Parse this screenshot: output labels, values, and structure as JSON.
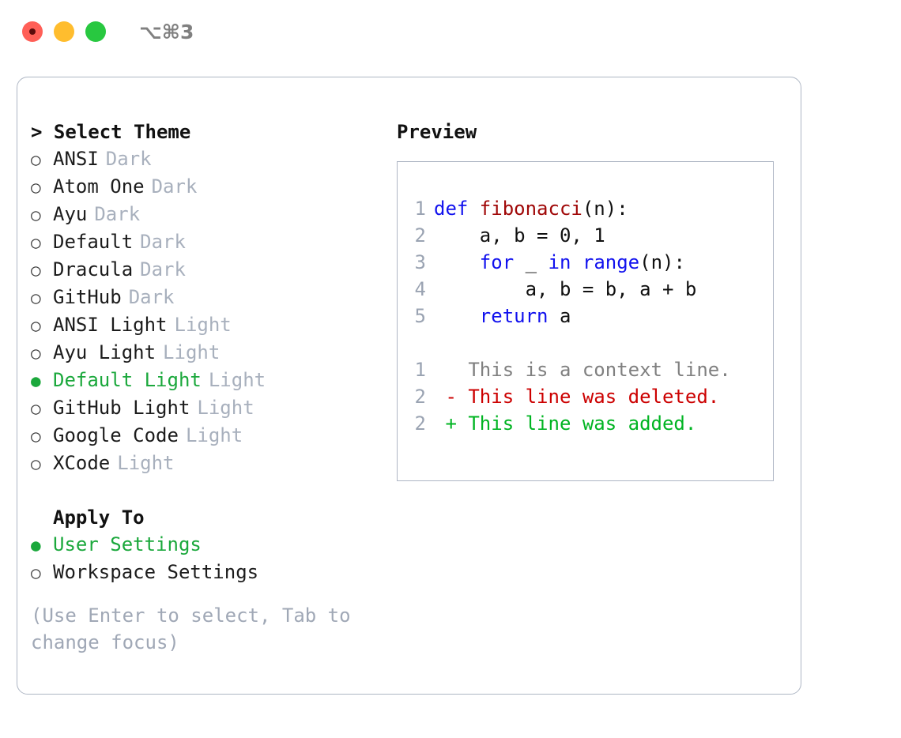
{
  "titlebar": {
    "shortcut": "⌥⌘3",
    "buttons": [
      {
        "name": "close",
        "color": "#FF5F57"
      },
      {
        "name": "minimize",
        "color": "#FFBD2E"
      },
      {
        "name": "maximize",
        "color": "#28C840"
      }
    ]
  },
  "theme_picker": {
    "heading": "> Select Theme",
    "bullet_selected": "●",
    "bullet_unselected": "○",
    "items": [
      {
        "label": "ANSI",
        "tag": "Dark",
        "selected": false
      },
      {
        "label": "Atom One",
        "tag": "Dark",
        "selected": false
      },
      {
        "label": "Ayu",
        "tag": "Dark",
        "selected": false
      },
      {
        "label": "Default",
        "tag": "Dark",
        "selected": false
      },
      {
        "label": "Dracula",
        "tag": "Dark",
        "selected": false
      },
      {
        "label": "GitHub",
        "tag": "Dark",
        "selected": false
      },
      {
        "label": "ANSI Light",
        "tag": "Light",
        "selected": false
      },
      {
        "label": "Ayu Light",
        "tag": "Light",
        "selected": false
      },
      {
        "label": "Default Light",
        "tag": "Light",
        "selected": true
      },
      {
        "label": "GitHub Light",
        "tag": "Light",
        "selected": false
      },
      {
        "label": "Google Code",
        "tag": "Light",
        "selected": false
      },
      {
        "label": "XCode",
        "tag": "Light",
        "selected": false
      }
    ]
  },
  "apply_to": {
    "heading": "Apply To",
    "items": [
      {
        "label": "User Settings",
        "selected": true
      },
      {
        "label": "Workspace Settings",
        "selected": false
      }
    ]
  },
  "hint": "(Use Enter to select, Tab to change focus)",
  "preview": {
    "heading": "Preview",
    "code_lines": [
      {
        "n": "1",
        "tokens": [
          {
            "t": "def ",
            "c": "kw"
          },
          {
            "t": "fibonacci",
            "c": "fn"
          },
          {
            "t": "(n):",
            "c": "pl"
          }
        ]
      },
      {
        "n": "2",
        "tokens": [
          {
            "t": "    a, b = 0, 1",
            "c": "pl"
          }
        ]
      },
      {
        "n": "3",
        "tokens": [
          {
            "t": "    ",
            "c": "pl"
          },
          {
            "t": "for",
            "c": "kw"
          },
          {
            "t": " _ ",
            "c": "pl"
          },
          {
            "t": "in",
            "c": "kw"
          },
          {
            "t": " ",
            "c": "pl"
          },
          {
            "t": "range",
            "c": "kw"
          },
          {
            "t": "(n):",
            "c": "pl"
          }
        ]
      },
      {
        "n": "4",
        "tokens": [
          {
            "t": "        a, b = b, a + b",
            "c": "pl"
          }
        ]
      },
      {
        "n": "5",
        "tokens": [
          {
            "t": "    ",
            "c": "pl"
          },
          {
            "t": "return",
            "c": "kw"
          },
          {
            "t": " a",
            "c": "pl"
          }
        ]
      }
    ],
    "diff_lines": [
      {
        "n": "1",
        "tokens": [
          {
            "t": "   This is a context line.",
            "c": "ctx"
          }
        ]
      },
      {
        "n": "2",
        "tokens": [
          {
            "t": " - This line was deleted.",
            "c": "del"
          }
        ]
      },
      {
        "n": "2",
        "tokens": [
          {
            "t": " + This line was added.",
            "c": "add"
          }
        ]
      }
    ]
  },
  "colors": {
    "accent_green": "#1BA83C",
    "tag_grey": "#a8b0bd",
    "border": "#aeb6c4",
    "keyword_blue": "#1111ee",
    "function_red": "#A00808",
    "diff_added": "#00B422",
    "diff_deleted": "#CC0000",
    "context_grey": "#808080"
  }
}
